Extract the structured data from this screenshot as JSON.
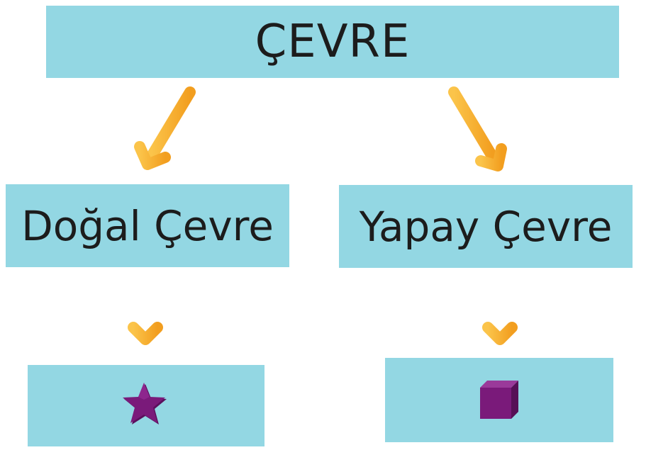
{
  "colors": {
    "box_fill": "#93d7e3",
    "arrow": "#f7b12d",
    "shape": "#7a1a7a",
    "text": "#1c1c1c"
  },
  "root": {
    "label": "ÇEVRE"
  },
  "branches": [
    {
      "label": "Doğal Çevre",
      "example_icon": "star-icon"
    },
    {
      "label": "Yapay Çevre",
      "example_icon": "cube-icon"
    }
  ]
}
